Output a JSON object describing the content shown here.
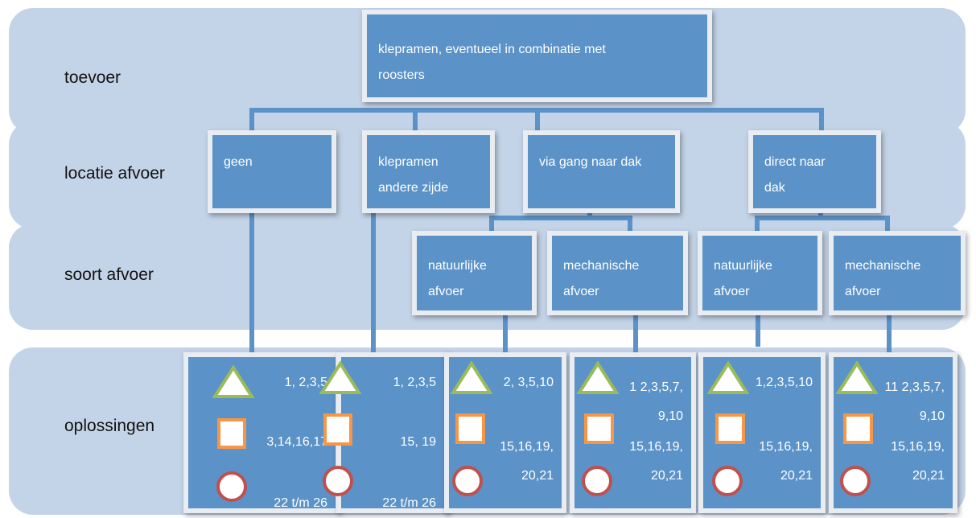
{
  "rows": {
    "toevoer": "toevoer",
    "locatie": "locatie afvoer",
    "soort": "soort afvoer",
    "oplossingen": "oplossingen"
  },
  "top_node": {
    "line1": "klepramen, eventueel in combinatie met",
    "line2": "roosters"
  },
  "locatie": [
    {
      "line1": "geen",
      "line2": ""
    },
    {
      "line1": "klepramen",
      "line2": "andere zijde"
    },
    {
      "line1": "via gang naar dak",
      "line2": ""
    },
    {
      "line1": "direct naar",
      "line2": "dak"
    }
  ],
  "soort": [
    {
      "line1": "natuurlijke",
      "line2": "afvoer"
    },
    {
      "line1": "mechanische",
      "line2": "afvoer"
    },
    {
      "line1": "natuurlijke",
      "line2": "afvoer"
    },
    {
      "line1": "mechanische",
      "line2": "afvoer"
    }
  ],
  "solutions": [
    {
      "triangle": [
        "1, 2,3,5"
      ],
      "square": [
        "3,14,16,17"
      ],
      "circle": [
        "22 t/m 26"
      ]
    },
    {
      "triangle": [
        "1, 2,3,5"
      ],
      "square": [
        "15, 19"
      ],
      "circle": [
        "22 t/m 26"
      ]
    },
    {
      "triangle": [
        "2, 3,5,10"
      ],
      "square": [
        "15,16,19,",
        "20,21"
      ],
      "circle": []
    },
    {
      "triangle": [
        "1 2,3,5,7,",
        "9,10"
      ],
      "square": [
        "15,16,19,",
        "20,21"
      ],
      "circle": []
    },
    {
      "triangle": [
        "1,2,3,5,10"
      ],
      "square": [
        "15,16,19,",
        "20,21"
      ],
      "circle": []
    },
    {
      "triangle": [
        "11 2,3,5,7,",
        "9,10"
      ],
      "square": [
        "15,16,19,",
        "20,21"
      ],
      "circle": []
    }
  ],
  "colors": {
    "band": "#c4d4e8",
    "node": "#5b92c8",
    "connector": "#5b92c8",
    "triangle_stroke": "#9bbb59",
    "square_stroke": "#f79646",
    "circle_stroke": "#c0504d"
  }
}
